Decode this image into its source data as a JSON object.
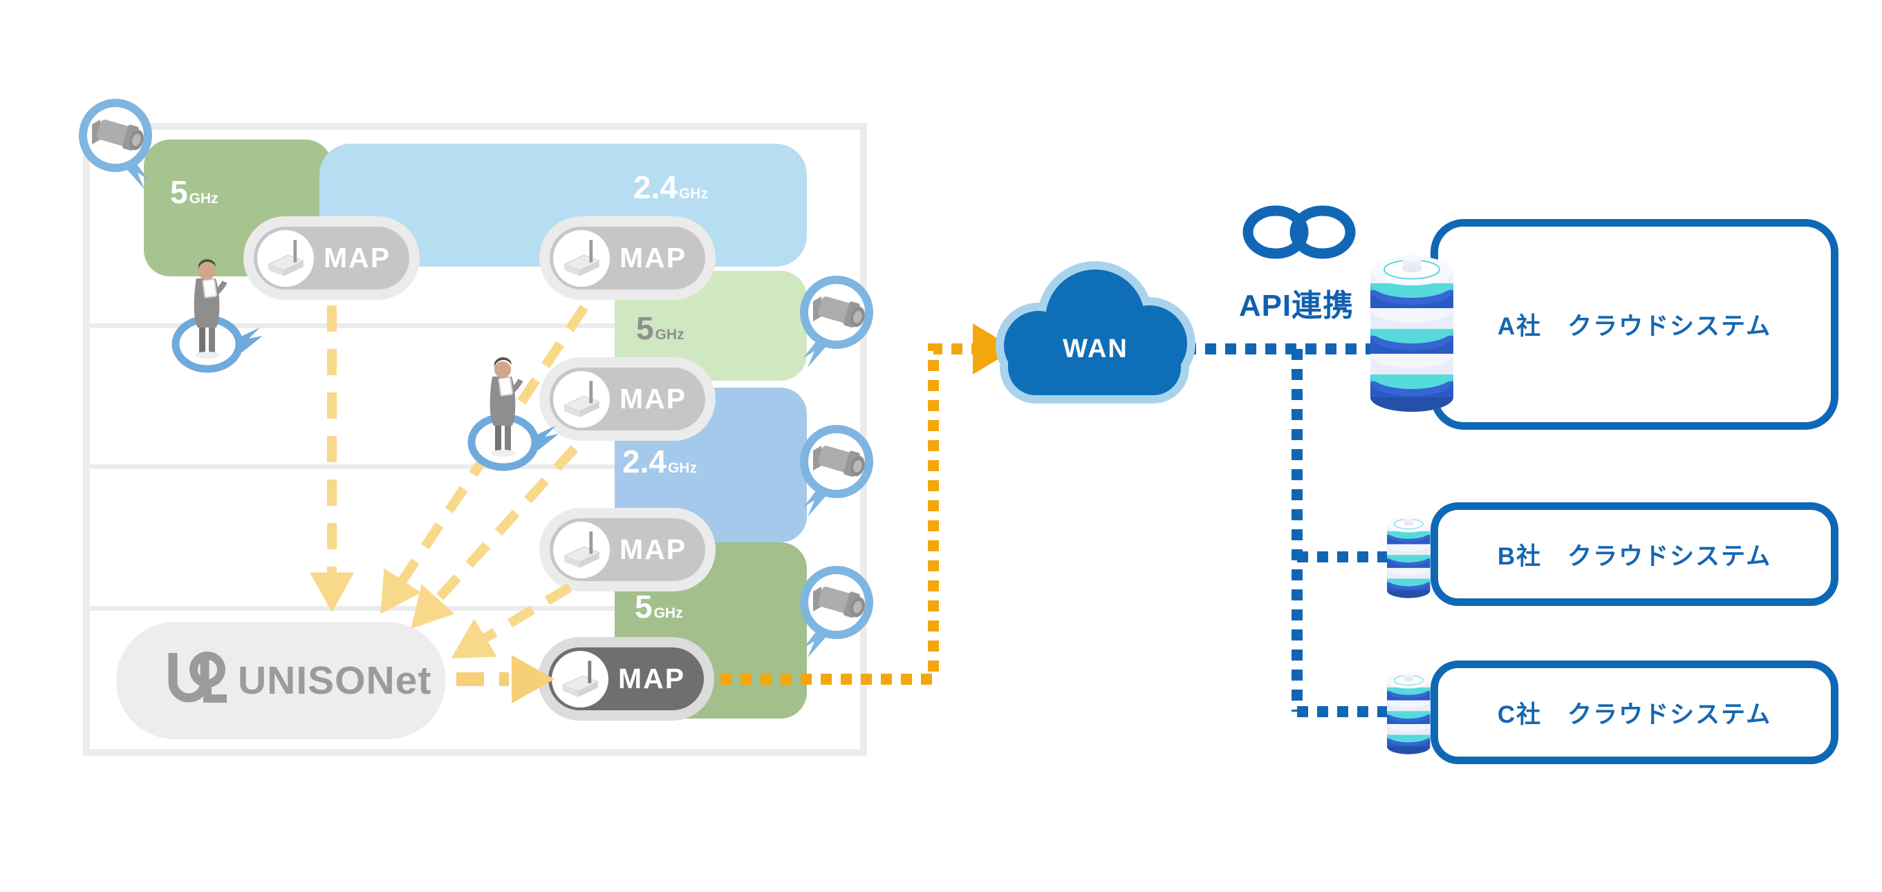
{
  "building": {
    "zones": [
      {
        "band": "5",
        "unit": "GHz"
      },
      {
        "band": "2.4",
        "unit": "GHz"
      },
      {
        "band": "5",
        "unit": "GHz"
      },
      {
        "band": "2.4",
        "unit": "GHz"
      },
      {
        "band": "5",
        "unit": "GHz"
      }
    ],
    "map_nodes": [
      {
        "label": "MAP"
      },
      {
        "label": "MAP"
      },
      {
        "label": "MAP"
      },
      {
        "label": "MAP"
      },
      {
        "label": "MAP"
      }
    ],
    "gateway": {
      "name": "UNISONet"
    }
  },
  "network": {
    "wan_label": "WAN",
    "api_label": "API連携"
  },
  "cloud_systems": [
    {
      "label": "A社　クラウドシステム"
    },
    {
      "label": "B社　クラウドシステム"
    },
    {
      "label": "C社　クラウドシステム"
    }
  ],
  "icons": {
    "camera": "security-camera-icon",
    "person": "staff-with-tablet-icon",
    "database": "database-stack-icon",
    "cloud": "wan-cloud-icon",
    "link": "api-link-icon",
    "access_point": "access-point-icon"
  },
  "colors": {
    "accent_blue": "#1066b4",
    "box_border_blue": "#0f68b6",
    "text_blue": "#1566b0",
    "orange": "#f3a70d",
    "yellow": "#f8d98a",
    "zone_green_dark": "#a5c48f",
    "zone_green_light": "#cfe8c1",
    "zone_green_mid": "#a3bf8c",
    "zone_blue_light": "#b7ddf2",
    "zone_blue_mid": "#a4c9ea",
    "wan_fill": "#0e6fb8",
    "wan_outline": "#a9d3ed"
  }
}
